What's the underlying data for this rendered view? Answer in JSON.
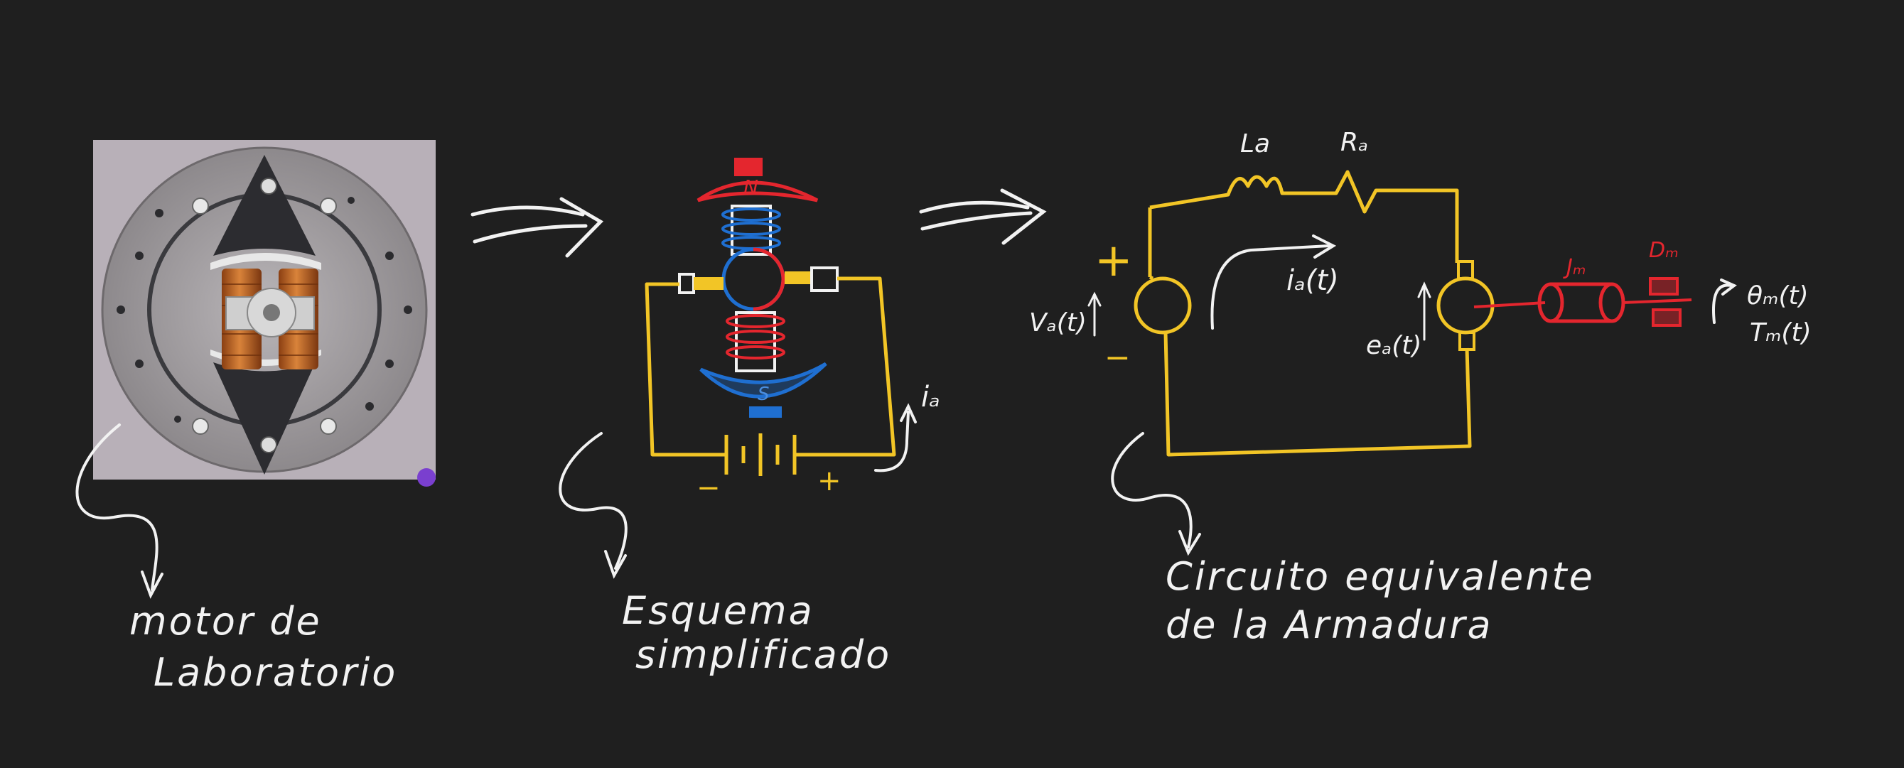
{
  "captions": {
    "photo": [
      "motor de",
      "Laboratorio"
    ],
    "schematic": [
      "Esquema",
      "simplificado"
    ],
    "circuit": [
      "Circuito equivalente",
      "de la Armadura"
    ]
  },
  "schematic": {
    "north_pole": "N",
    "south_pole": "S",
    "current": "iₐ",
    "minus": "−",
    "plus": "+"
  },
  "circuit": {
    "inductor": "La",
    "resistor": "Rₐ",
    "source_voltage": "Vₐ(t)",
    "plus": "+",
    "minus": "−",
    "armature_current": "iₐ(t)",
    "back_emf": "eₐ(t)",
    "inertia": "Jₘ",
    "damping": "Dₘ",
    "angle": "θₘ(t)",
    "torque": "Tₘ(t)"
  },
  "colors": {
    "background": "#1f1f1f",
    "ink_white": "#f2f2f2",
    "ink_yellow": "#f2c526",
    "ink_blue": "#1f6fd1",
    "ink_red": "#e4262e",
    "copper": "#c26a28"
  },
  "icons": {
    "photo": "dc-motor-photo",
    "arrows": "double-arrow-icon"
  }
}
